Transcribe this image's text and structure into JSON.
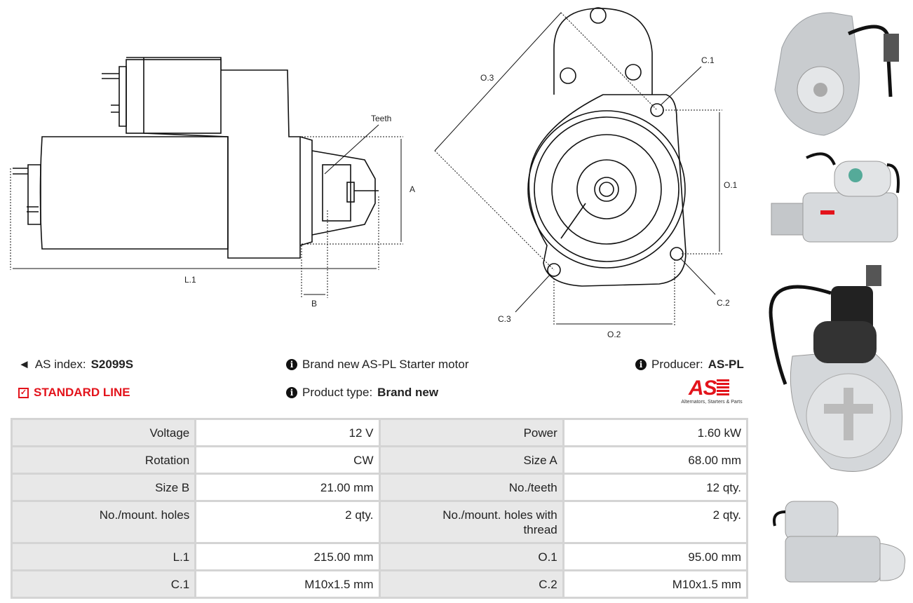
{
  "diagram": {
    "side_labels": {
      "teeth": "Teeth",
      "a": "A",
      "l1": "L.1",
      "b": "B"
    },
    "front_labels": {
      "o3": "O.3",
      "c1": "C.1",
      "o1": "O.1",
      "c2": "C.2",
      "c3": "C.3",
      "o2": "O.2"
    }
  },
  "info": {
    "as_index_label": "AS index:",
    "as_index_value": "S2099S",
    "line": "STANDARD LINE",
    "description": "Brand new AS-PL Starter motor",
    "product_type_label": "Product type:",
    "product_type_value": "Brand new",
    "producer_label": "Producer:",
    "producer_value": "AS-PL",
    "logo_text": "AS",
    "logo_tagline": "Alternators, Starters & Parts"
  },
  "colors": {
    "accent": "#e3131b"
  },
  "specs": [
    [
      {
        "label": "Voltage",
        "value": "12 V"
      },
      {
        "label": "Power",
        "value": "1.60 kW"
      }
    ],
    [
      {
        "label": "Rotation",
        "value": "CW"
      },
      {
        "label": "Size A",
        "value": "68.00 mm"
      }
    ],
    [
      {
        "label": "Size B",
        "value": "21.00 mm"
      },
      {
        "label": "No./teeth",
        "value": "12 qty."
      }
    ],
    [
      {
        "label": "No./mount. holes",
        "value": "2 qty."
      },
      {
        "label": "No./mount. holes with thread",
        "value": "2 qty."
      }
    ],
    [
      {
        "label": "L.1",
        "value": "215.00 mm"
      },
      {
        "label": "O.1",
        "value": "95.00 mm"
      }
    ],
    [
      {
        "label": "C.1",
        "value": "M10x1.5 mm"
      },
      {
        "label": "C.2",
        "value": "M10x1.5 mm"
      }
    ]
  ]
}
